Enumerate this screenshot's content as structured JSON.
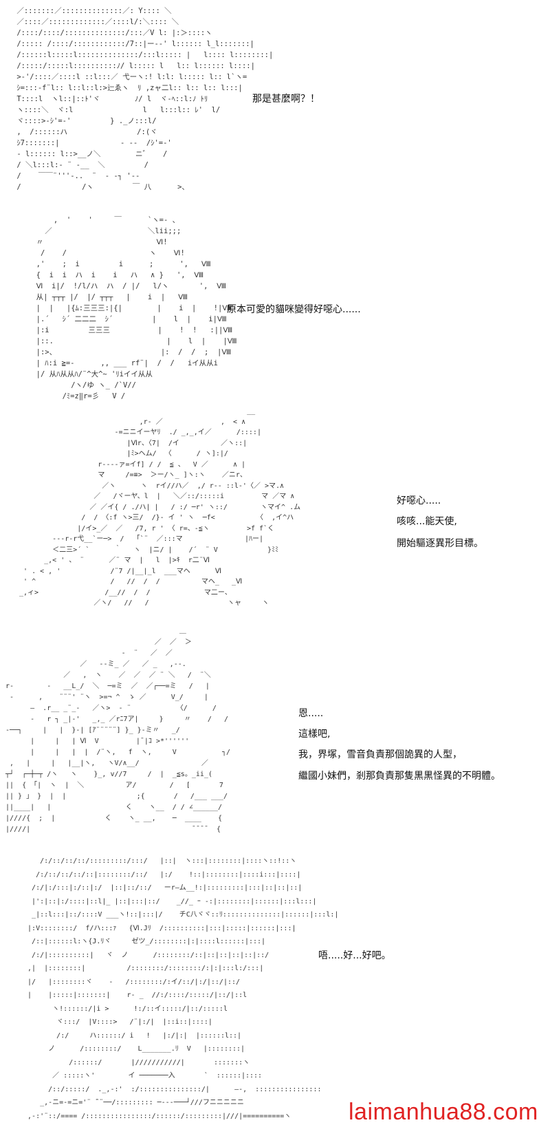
{
  "panels": [
    {
      "art": " ／:::::::／::::::::::::::／: Y:::: ＼\n ／::::／:::::::::::::／::::l/:＼:::: ＼\n /::::/::::/::::::::::::::/:::／V l: |:＞::::ヽ\n /::::: /::::/::::::::::::/7::|ー‐‐' l:::::: l_l:::::::|\n /::::::l:::::l::::::::::::::/:::l::::: |   l:::: l::::::::|\n /:::::/:::::l::::::::::ﾉ/ l::::: l   l:: l:::::: l::::|\n >‐'/::::／::::l ::l:::／ 弋ーヽ:! l:l: l::::: l:: l`ヽ=\n ｼ=:::-f¨l:: l::l::l:>辷ゑヽ  ﾘ ,zャ二l:: l:: l:: l:::|\n T::::l  ヽl::|::ﾄ'ヾ        ﾉ/ l  ヾ-ﾍ::l:ﾉ ﾄﾘ\n ヽ::::＼  ヾ:l                l   l:::l:: ﾚ'  l/\n ヾ::::>-ｼ'=-'         } ._ノ:::l/\n ,  /::::::ハ                /:(ヾ\n ｼ7:::::::|              - ‐-  /ｼ'=-'\n - l:::::: l::>__ノ＼        ニ゛   /\n / ＼l:::l:- ¨ -__  ＼         /\n /    ￣￣¨'''-..  ¨  ‐ ‐┐ '‐-\n /              /ヽ         ￣ 八      >、",
      "lines": [
        "那是甚麼啊？！"
      ]
    },
    {
      "art": "      ,  '    '     ￣      `ヽ=- 、\n    ／                      ＼lii;;;\n  〃                          Ⅵ!\n   /    /                   ヽ    Ⅵ!\n  ,'    ;  i         i      ;      ',   Ⅷ\n  {  i  i  ハ  i    i   ハ   ∧ }   ',  Ⅷ\n  Ⅵ  i|/  !/l/ハ  ハ  / |/   l/ヽ       ',  Ⅷ\n  从| ┬┬┬ |/  |/ ┬┬┬   |    i  |   Ⅷ\n  |  |   |{ﾑ:三三三:|{|        |    i  |    !|Ⅷ\n  |.´   ｼ´ 二二二  ｼ´         |    l  |    i|Ⅷ\n  |:i         三三三           |    !  !   :||Ⅷ\n  |::.                          |    l  |    |Ⅷ\n  |:>、                        |:  /  /  ;  |Ⅷ\n  | ﾊ:i ≧=-      ,, ___ rf¨|  /  /   iイ从从i\n  |/ 从ﾊ从从ﾊ/¨^大^~ 'ﾘiイイ从从\n          /ヽ/ゆ ヽ_ /`V//\n        /ﾐ=z‖r=彡   V /",
      "lines": [
        "原本可愛的貓咪變得好噁心......"
      ]
    },
    {
      "art": "                                                        __\n                              ,r- ／              ,  < ∧\n                        ‐=ニニイーヤﾘ  ./ _,_,イ／      /::::|\n                           |Ⅵr、〈7|  /イ          ／ヽ::|\n                           |ﾐ>ヘム/  〈      / ヽ]:|/\n                    r--‐‐ァ=イf] / /  ≦ 、  V ／      ∧ |\n                    マ     /=≡>  ＞ー/ヽ_ ]ヽ:ヽ    ／ニr、\n                     ／ヽ      ヽ  rイ//ハ／  ,/ r-- ::l-'〈／ >マ.∧\n                   ／   /ヾーヤ、l  |   ＼／::/:::::i         マ ／マ ∧\n                  ／ ／イ{ / ./ハ| |   / :/ ─r' ヽ::/        ヽマイ^ .ム\n                /  / 〈:f ヽ>三/  /}- イ ' ヽ  ─f<          〈  ,イ^ハ\n               |/イ>_／  ／   /7, r ' 〈 r=、-≦ヽ         >f f`く\n         ---r‐r弋__`ー─>  /   ｢`¨  ／:::マ               |ﾊー|\n         ＜二三>´ `      ｀   ヽ  |ニ/ |    /´  ¨ V            }ﾐﾐ\n       _,< ' 、 ¨      ／¨ マ  |   l  |>ｷ  r二¨Ⅵ\n  ' . < , '            /¨7 /|__|_l  ___マヘ      Ⅵ\n  ' ^                  /   //  /  /          マヘ_   _Ⅵ\n _,ィ>                /__//  /  /             マ二ー、\n                   ／ヽ/   //   /                   ヽャ     ヽ",
      "lines": [
        "好噁心.....",
        "咳咳...能天使,",
        "開始驅逐異形目標。"
      ]
    },
    {
      "art": "                                          ＿\n                                    ／  ／  ＞\n                            -  ¨   ／  ／\n                  ／   -‐ミ_ ／   ／ _   ,--.\n              ／   ,  ヽ    ／  ／  ／ ¨ ＼   /  ¨＼\nr‐        -   __L_/  ＼  ─=ミ  ／  ／┌──=ミ   /   |\n -      ,    ¨¨¨' ¨ヽ  >=¬ ^  ゝ ／      V_/     |\n      ―  .r__ _¨_‐   ／ヽ>  ‐ ¨           〈/      /\n      ‐   r ┐ _|-'   _,_ ／rﾆ7ア|     }     〃    /   /\n‐──┐     |   |  }-| [ｱ¨¨¨¨¨] }_ }‐ミ〃   _/\n      |     |   | Ⅵ  V         |¯|ｺ >*''''''\n      |     |   |  |  /¨ヽ,   f  ヽ,     V           ┐/\n ,   |     |   |__|ヽ,   ヽV/∧__/               ／\n┬┘  ┌─┼─┬ /ヽ   ヽ    }_, v//7     /  |  _≦s。_ii_(\n||  { 「|  ヽ  |  ＼          ア/        /   [       7\n|| } 」 }  |  |                 ;{       /   /___ ___/\n||____|   |                  く    ヽ__  / / ∠______/\n|////{  ;  |            く    ヽ_ __,    ─  ____    {\n|////|                                       ¯¯¯¯  {",
      "lines": [
        "恩.....",
        "這樣吧,",
        "我，界塚，雪音負責那個詭異的人型，",
        "繼國小妹們，剎那負責那隻黒黒怪異的不明體。"
      ]
    },
    {
      "art": "     /:/::/::/::/:::::::::/:::/   |::|  ヽ:::|::::::::|::::ヽ::!::ヽ\n    /:/::/::/::/::|::::::::/::/   |:/    !::|::::::::|::::i:::|::::|\n   /:/|:/:::|:/::|:/  |::|::/::/   ーr―ム__!:|:::::::::|:::|::|::|::|\n   |':|::|:/::::|::l|_ |::|:::|::/    _//_ ｰ -:|::::::::|::::::|:::l:::|\n   _|::l:::|::/::::V ___ヽ!::|:::|/    チC八ヾヾ::ﾘ::::::::::::::|::::::|:::l:|\n  |:V::::::::/  f/ハ:::ｧ   {Ⅵ.Jﾘ  /::::::::::|:::|:::::|::::::|:::|\n   /::|::::::l:ヽ{J.ﾘヾ     ゼツ_/::::::::|:|::::l::::::|:::|\n   /:/|::::::::::|   ヾ  ノ      /::::::::/::|::|::|::|::|::/\n  ,|  |::::::::|          /::::::::/::::::::/:|:|:::l:/:::|\n  |/   |::::::::ヾ    ‐   /::::::::/:イ/::/|:/|::/|::/\n  |    |:::::|:::::::|    r‐ _  //:/::::/:::::/|::/|::l\n        ヽ!::::::/|i >      !:/::イ:::::/|::/:::::l\n         ヾ:::/  |V::::>   /¨|:/|  |::i::|::::|\n         /:/     ハ::::::/ i   !   |:/|:|  |::::::l::|\n       ノ      /::::::::/    L_______.ﾘ  V   |::::::::|\n            /::::::/       |///////////|       :::::::ヽ\n        ／ :::::ヽ'        イ ───────入       `  ::::::|::::\n       /::/:::::/  ._,-:'  :/:::::::::::::::/|      ―-,  ::::::::::::::::\n     _,-ニ=-=ニ='¨ ̄¨¨──/::::::::: ─---───┘///フニニニニニ\n  ,-:'¨::/==== /::::::::::::::::/::::::/:::::::::|///|==========ヽ",
      "lines": [
        "唔.....好...好吧。"
      ]
    }
  ],
  "watermark": "laimanhua88.com"
}
